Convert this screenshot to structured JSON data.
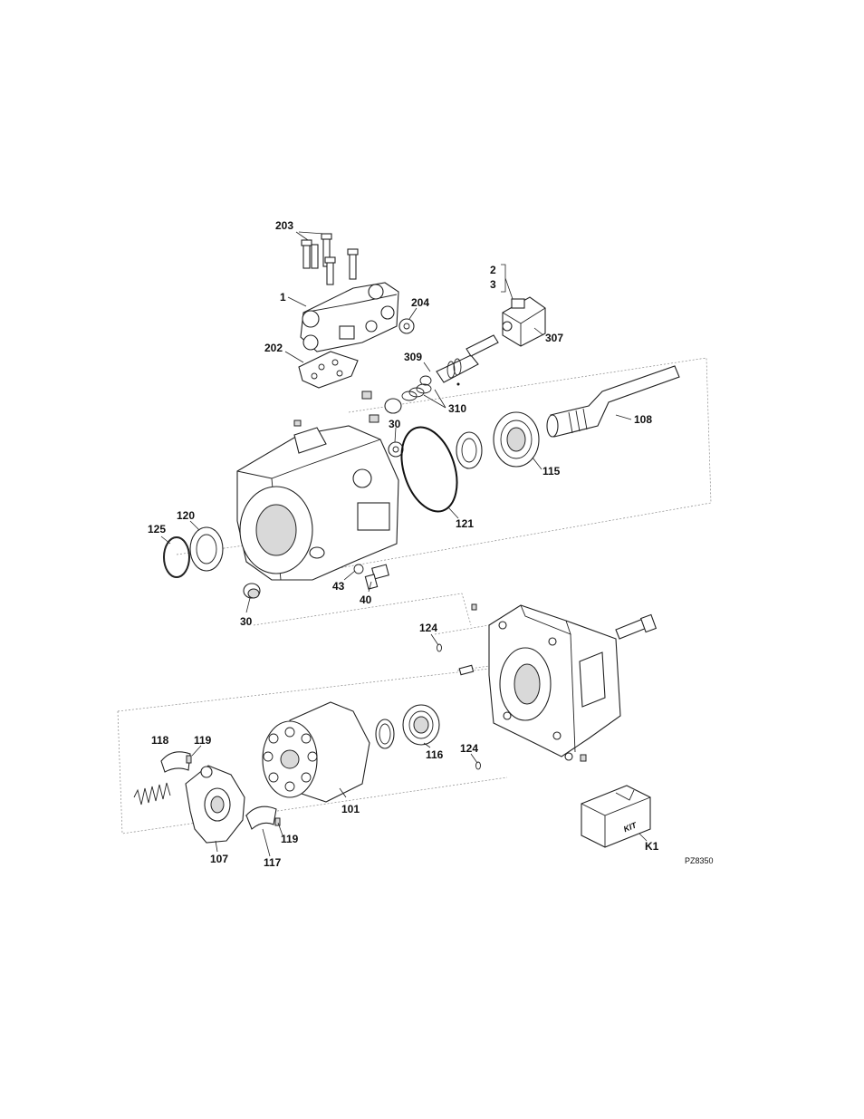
{
  "figure_code": "PZ8350",
  "kit_box_text": "KIT",
  "callouts": {
    "c203": "203",
    "c1": "1",
    "c204": "204",
    "c2": "2",
    "c3": "3",
    "c307": "307",
    "c202": "202",
    "c309": "309",
    "c310": "310",
    "c30a": "30",
    "c108": "108",
    "c115": "115",
    "c121": "121",
    "c120": "120",
    "c125": "125",
    "c43": "43",
    "c40": "40",
    "c30b": "30",
    "c124a": "124",
    "c124b": "124",
    "c118": "118",
    "c119a": "119",
    "c116": "116",
    "c101": "101",
    "c119b": "119",
    "c107": "107",
    "c117": "117",
    "cK1": "K1"
  }
}
